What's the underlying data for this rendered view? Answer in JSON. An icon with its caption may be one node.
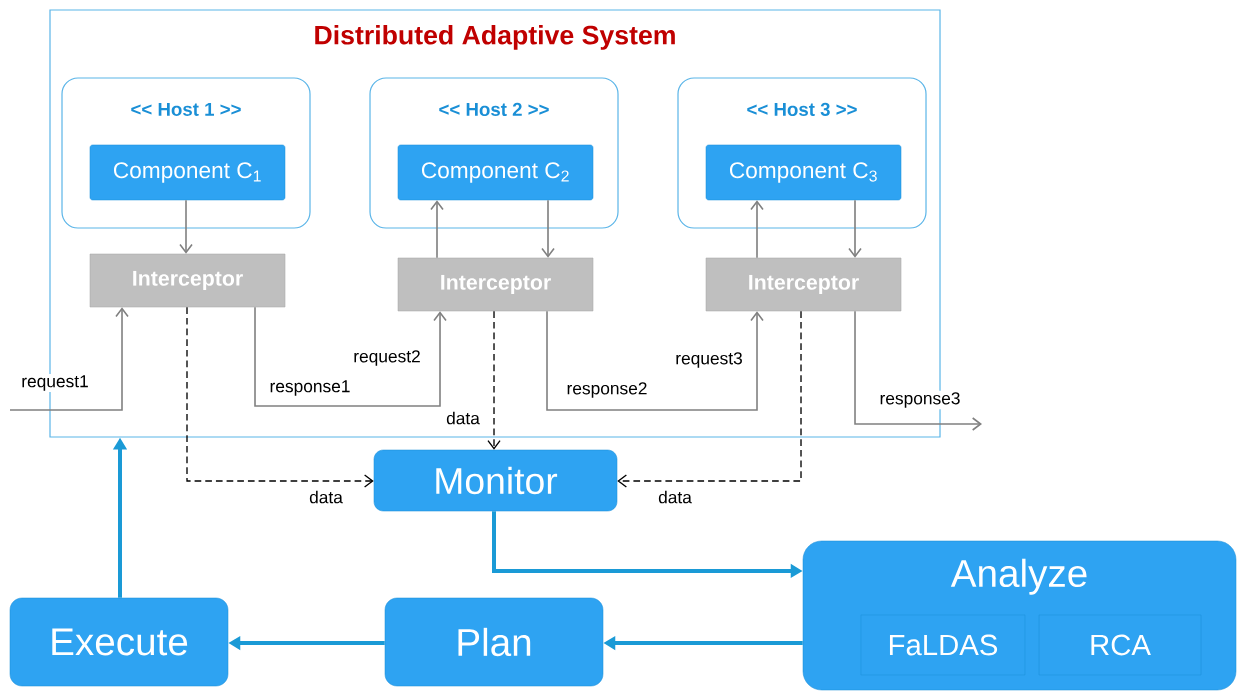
{
  "diagram": {
    "nodes": [
      {
        "text": [
          "Distributed Adaptive System"
        ]
      },
      {
        "text": [
          "<< Host 1 >>"
        ],
        "in": 0
      },
      {
        "text": [
          "Component C$_{1}$"
        ],
        "in": 1
      },
      {
        "text": [
          "<< Host 2 >>"
        ],
        "in": 0
      },
      {
        "text": [
          "Component C$_{2}$"
        ],
        "in": 3
      },
      {
        "text": [
          "<< Host 3 >>"
        ],
        "in": 0
      },
      {
        "text": [
          "Component C$_{3}$"
        ],
        "in": 5
      },
      {
        "text": [
          "Interceptor"
        ],
        "in": 0
      },
      {
        "text": [
          "Interceptor"
        ],
        "in": 0
      },
      {
        "text": [
          "Interceptor"
        ],
        "in": 0
      },
      {
        "text": [
          "Monitor"
        ]
      },
      {
        "text": [
          "Analyze"
        ]
      },
      {
        "text": [
          "FaLDAS"
        ],
        "in": 11
      },
      {
        "text": [
          "RCA"
        ],
        "in": 11
      },
      {
        "text": [
          "Plan"
        ]
      },
      {
        "text": [
          "Execute"
        ]
      }
    ],
    "edges": [
      {
        "from": 2,
        "to": 7,
        "arrow": "to"
      },
      {
        "from": 8,
        "to": 4,
        "arrow": "to"
      },
      {
        "from": 4,
        "to": 8,
        "arrow": "to"
      },
      {
        "from": 9,
        "to": 6,
        "arrow": "to"
      },
      {
        "from": 6,
        "to": 9,
        "arrow": "to"
      },
      {
        "from": null,
        "to": 7,
        "arrow": "to",
        "label": "request1"
      },
      {
        "from": 7,
        "to": 8,
        "arrow": "to",
        "label": "response1"
      },
      {
        "from": 8,
        "to": 9,
        "arrow": "to",
        "label": "response2"
      },
      {
        "from": 9,
        "to": null,
        "arrow": "to",
        "label": "response3"
      },
      {
        "from": 7,
        "to": 10,
        "arrow": "to",
        "label": "data",
        "style": "dashed",
        "color": "#000000"
      },
      {
        "from": 8,
        "to": 10,
        "arrow": "to",
        "label": "data",
        "style": "dashed",
        "color": "#000000"
      },
      {
        "from": 9,
        "to": 10,
        "arrow": "to",
        "label": "data",
        "style": "dashed",
        "color": "#000000"
      },
      {
        "from": 10,
        "to": 11,
        "arrow": "to",
        "style": "thick",
        "color": "#1a9ad6"
      },
      {
        "from": 11,
        "to": 14,
        "arrow": "to",
        "style": "thick",
        "color": "#1a9ad6"
      },
      {
        "from": 14,
        "to": 15,
        "arrow": "to",
        "style": "thick",
        "color": "#1a9ad6"
      },
      {
        "from": 15,
        "to": 0,
        "arrow": "to",
        "style": "thick",
        "color": "#1a9ad6"
      }
    ],
    "labels": [
      "request2",
      "request3"
    ]
  }
}
